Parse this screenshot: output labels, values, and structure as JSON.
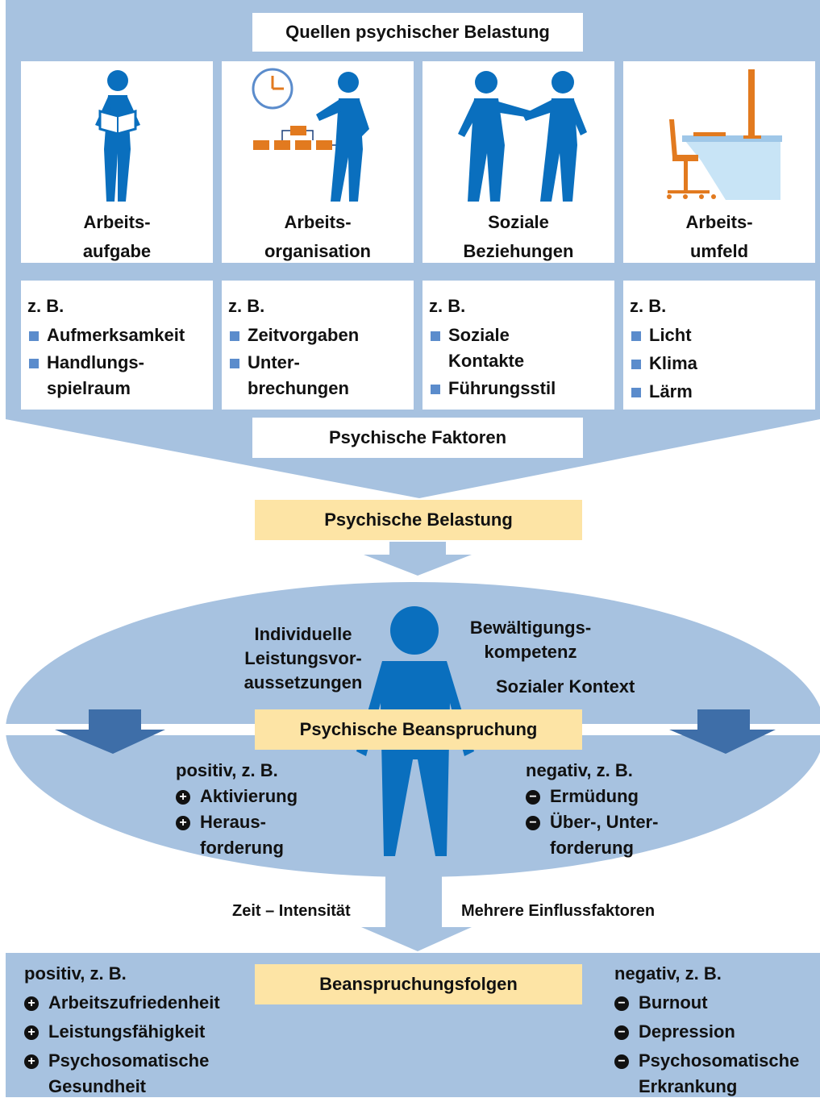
{
  "sources": {
    "title": "Quellen psychischer Belastung",
    "categories": [
      {
        "icon": "person-reading-icon",
        "line1": "Arbeits-",
        "line2": "aufgabe"
      },
      {
        "icon": "clock-workflow-person-icon",
        "line1": "Arbeits-",
        "line2": "organisation"
      },
      {
        "icon": "two-persons-interacting-icon",
        "line1": "Soziale",
        "line2": "Beziehungen"
      },
      {
        "icon": "desk-workplace-icon",
        "line1": "Arbeits-",
        "line2": "umfeld"
      }
    ],
    "examples": [
      {
        "head": "z. B.",
        "items": [
          [
            "Aufmerksamkeit"
          ],
          [
            "Handlungs-",
            "spielraum"
          ]
        ]
      },
      {
        "head": "z. B.",
        "items": [
          [
            "Zeitvorgaben"
          ],
          [
            "Unter-",
            "brechungen"
          ]
        ]
      },
      {
        "head": "z. B.",
        "items": [
          [
            "Soziale",
            "Kontakte"
          ],
          [
            "Führungsstil"
          ]
        ]
      },
      {
        "head": "z. B.",
        "items": [
          [
            "Licht"
          ],
          [
            "Klima"
          ],
          [
            "Lärm"
          ]
        ]
      }
    ],
    "footer": "Psychische Faktoren"
  },
  "belastung": "Psychische Belastung",
  "person": {
    "left": [
      "Individuelle",
      "Leistungsvor-",
      "aussetzungen"
    ],
    "right_top": [
      "Bewältigungs-",
      "kompetenz"
    ],
    "right_bottom": "Sozialer Kontext"
  },
  "beanspruchung": {
    "title": "Psychische Beanspruchung",
    "positive": {
      "head": "positiv, z. B.",
      "items": [
        [
          "Aktivierung"
        ],
        [
          "Heraus-",
          "forderung"
        ]
      ]
    },
    "negative": {
      "head": "negativ, z. B.",
      "items": [
        [
          "Ermüdung"
        ],
        [
          "Über-, Unter-",
          "forderung"
        ]
      ]
    }
  },
  "mid": {
    "left": "Zeit – Intensität",
    "right": "Mehrere Einflussfaktoren"
  },
  "folgen": {
    "title": "Beanspruchungsfolgen",
    "positive": {
      "head": "positiv, z. B.",
      "items": [
        [
          "Arbeitszufriedenheit"
        ],
        [
          "Leistungsfähigkeit"
        ],
        [
          "Psychosomatische",
          "Gesundheit"
        ]
      ]
    },
    "negative": {
      "head": "negativ, z. B.",
      "items": [
        [
          "Burnout"
        ],
        [
          "Depression"
        ],
        [
          "Psychosomatische",
          "Erkrankung"
        ]
      ]
    }
  },
  "colors": {
    "light_blue": "#a7c2e0",
    "mid_blue": "#3e6ea8",
    "person_blue": "#0a6fbe",
    "yellow": "#fde4a5",
    "bullet_blue": "#5b8ccc",
    "orange": "#e27a1f"
  }
}
